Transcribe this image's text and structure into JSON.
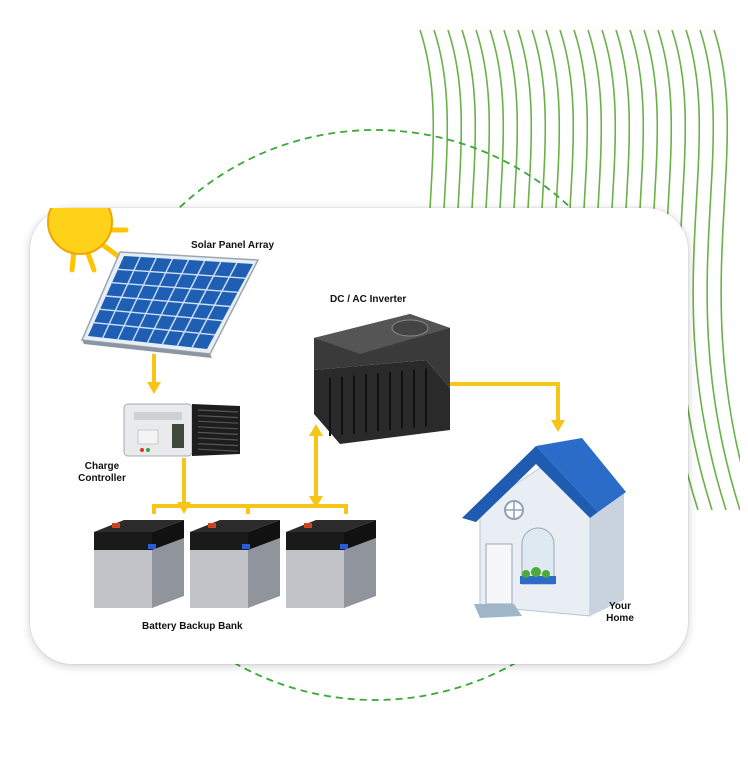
{
  "diagram": {
    "labels": {
      "solar_panel_array": "Solar Panel Array",
      "dc_ac_inverter": "DC / AC Inverter",
      "charge_controller_line1": "Charge",
      "charge_controller_line2": "Controller",
      "battery_backup_bank": "Battery Backup Bank",
      "your_home_line1": "Your",
      "your_home_line2": "Home"
    },
    "colors": {
      "arrow": "#f5c518",
      "panel_blue": "#1e5fb4",
      "roof_blue": "#2a6cc8",
      "deco_green": "#6bb04a",
      "dashed_green": "#3aa935",
      "sun": "#ffd21a"
    }
  }
}
